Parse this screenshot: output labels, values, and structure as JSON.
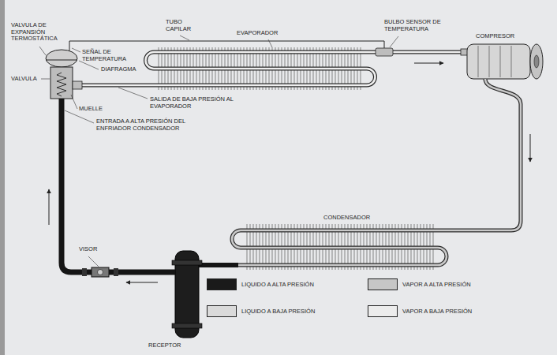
{
  "diagram": {
    "labels": [
      "VALVULA DE EXPANSIÓN TERMOSTÁTICA",
      "TUBO CAPILAR",
      "EVAPORADOR",
      "BULBO SENSOR DE TEMPERATURA",
      "COMPRESOR",
      "SEÑAL DE TEMPERATURA",
      "DIAFRAGMA",
      "VALVULA",
      "SALIDA DE BAJA PRESIÓN AL EVAPORADOR",
      "MUELLE",
      "ENTRADA A ALTA PRESIÓN DEL ENFRIADOR CONDENSADOR",
      "CONDENSADOR",
      "VISOR",
      "RECEPTOR"
    ],
    "legend": [
      {
        "text": "LIQUIDO A ALTA PRESIÓN",
        "color": "#1a1a1a"
      },
      {
        "text": "LIQUIDO A BAJA PRESIÓN",
        "color": "#dadada"
      },
      {
        "text": "VAPOR A ALTA PRESIÓN",
        "color": "#c6c6c6"
      },
      {
        "text": "VAPOR A BAJA PRESIÓN",
        "color": "#ececec"
      }
    ]
  }
}
